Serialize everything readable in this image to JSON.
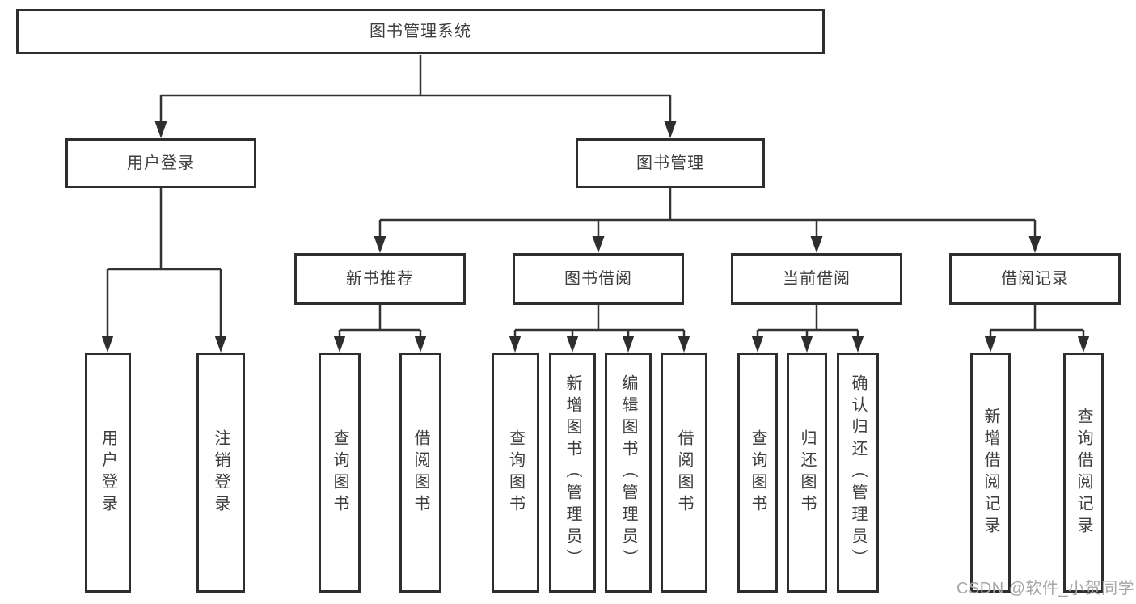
{
  "tree": {
    "root": {
      "label": "图书管理系统"
    },
    "level2": [
      {
        "label": "用户登录",
        "parent": "图书管理系统"
      },
      {
        "label": "图书管理",
        "parent": "图书管理系统"
      }
    ],
    "level3": [
      {
        "label": "新书推荐",
        "parent": "图书管理"
      },
      {
        "label": "图书借阅",
        "parent": "图书管理"
      },
      {
        "label": "当前借阅",
        "parent": "图书管理"
      },
      {
        "label": "借阅记录",
        "parent": "图书管理"
      }
    ],
    "leaves": [
      {
        "label": "用户登录",
        "parent": "用户登录"
      },
      {
        "label": "注销登录",
        "parent": "用户登录"
      },
      {
        "label": "查询图书",
        "parent": "新书推荐"
      },
      {
        "label": "借阅图书",
        "parent": "新书推荐"
      },
      {
        "label": "查询图书",
        "parent": "图书借阅"
      },
      {
        "label": "新增图书（管理员）",
        "parent": "图书借阅"
      },
      {
        "label": "编辑图书（管理员）",
        "parent": "图书借阅"
      },
      {
        "label": "借阅图书",
        "parent": "图书借阅"
      },
      {
        "label": "查询图书",
        "parent": "当前借阅"
      },
      {
        "label": "归还图书",
        "parent": "当前借阅"
      },
      {
        "label": "确认归还（管理员）",
        "parent": "当前借阅"
      },
      {
        "label": "新增借阅记录",
        "parent": "借阅记录"
      },
      {
        "label": "查询借阅记录",
        "parent": "借阅记录"
      }
    ]
  },
  "watermark": {
    "text": "CSDN @软件_小贺同学"
  },
  "colors": {
    "line": "#333333",
    "arrow": "#2e2e2e",
    "box_border": "#2e2e2e",
    "text": "#3d3d3d",
    "watermark": "#a6a6a6",
    "background": "#ffffff"
  }
}
